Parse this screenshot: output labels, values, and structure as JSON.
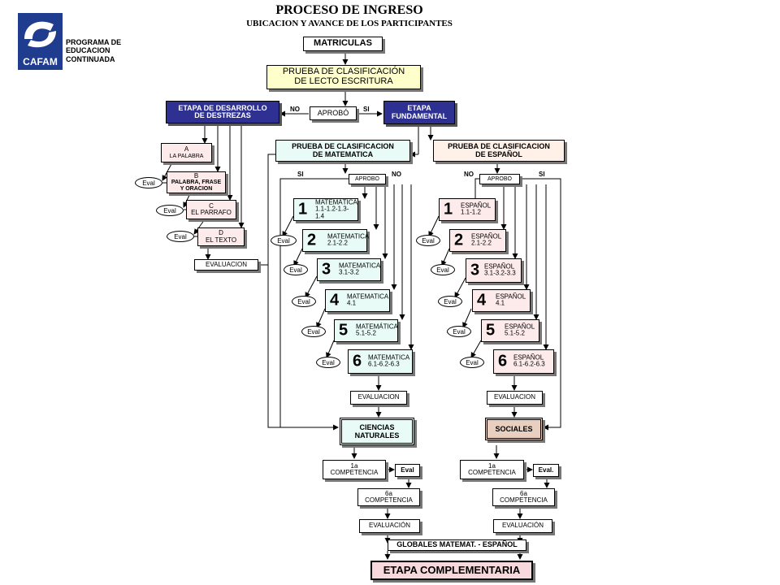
{
  "header": {
    "title": "PROCESO DE INGRESO",
    "subtitle": "UBICACION Y AVANCE DE LOS PARTICIPANTES",
    "logo_text": "CAFAM",
    "program": [
      "PROGRAMA DE",
      "EDUCACION",
      "CONTINUADA"
    ]
  },
  "nodes": {
    "matriculas": "MATRICULAS",
    "prueba_lecto": [
      "PRUEBA DE CLASIFICACIÓN",
      "DE LECTO ESCRITURA"
    ],
    "aprobo_main": "APROBÓ",
    "no_main": "NO",
    "si_main": "SI",
    "destrezas": [
      "ETAPA DE DESARROLLO",
      "DE DESTREZAS"
    ],
    "fundamental": [
      "ETAPA",
      "FUNDAMENTAL"
    ],
    "destrezas_steps": [
      {
        "letter": "A",
        "text": [
          "LA PALABRA"
        ]
      },
      {
        "letter": "B",
        "text": [
          "PALABRA, FRASE",
          "Y ORACION"
        ]
      },
      {
        "letter": "C",
        "text": [
          "EL PARRAFO"
        ]
      },
      {
        "letter": "D",
        "text": [
          "EL TEXTO"
        ]
      }
    ],
    "eval": "Eval",
    "eval_dot": "Eval.",
    "evaluacion": "EVALUACION",
    "prueba_mat": [
      "PRUEBA DE CLASIFICACION",
      "DE MATEMATICA"
    ],
    "prueba_esp": [
      "PRUEBA DE CLASIFICACION",
      "DE ESPAÑOL"
    ],
    "aprobo": "APROBO",
    "si": "SI",
    "no": "NO",
    "mat_levels": [
      {
        "num": "1",
        "name": "MATEMÁTICA",
        "code": "1.1-1.2-1.3-1.4"
      },
      {
        "num": "2",
        "name": "MATEMATICA",
        "code": "2.1-2.2"
      },
      {
        "num": "3",
        "name": "MATEMATICA",
        "code": "3.1-3.2"
      },
      {
        "num": "4",
        "name": "MATEMATICA",
        "code": "4.1"
      },
      {
        "num": "5",
        "name": "MATEMÁTICA",
        "code": "5.1-5.2"
      },
      {
        "num": "6",
        "name": "MATEMATICA",
        "code": "6.1-6.2-6.3"
      }
    ],
    "esp_levels": [
      {
        "num": "1",
        "name": "ESPAÑOL",
        "code": "1.1-1.2"
      },
      {
        "num": "2",
        "name": "ESPAÑOL",
        "code": "2.1-2.2"
      },
      {
        "num": "3",
        "name": "ESPAÑOL",
        "code": "3.1-3.2-3.3"
      },
      {
        "num": "4",
        "name": "ESPAÑOL",
        "code": "4.1"
      },
      {
        "num": "5",
        "name": "ESPAÑOL",
        "code": "5.1-5.2"
      },
      {
        "num": "6",
        "name": "ESPAÑOL",
        "code": "6.1-6.2-6.3"
      }
    ],
    "ciencias": [
      "CIENCIAS",
      "NATURALES"
    ],
    "sociales": "SOCIALES",
    "comp1": [
      "1a",
      "COMPETENCIA"
    ],
    "comp6": [
      "6a",
      "COMPETENCIA"
    ],
    "evaluacion_acc": "EVALUACIÓN",
    "globales": "GLOBALES MATEMAT. - ESPAÑOL",
    "complementaria": "ETAPA COMPLEMENTARIA"
  },
  "colors": {
    "logo_blue": "#1f3c8f",
    "stage_blue": "#2e3192",
    "yellow": "#ffffcc",
    "pink": "#fdeaea",
    "mint": "#e8fbf6",
    "peach": "#fff1e8",
    "sociales": "#e8cfc0",
    "complementaria": "#f7d9dd"
  }
}
